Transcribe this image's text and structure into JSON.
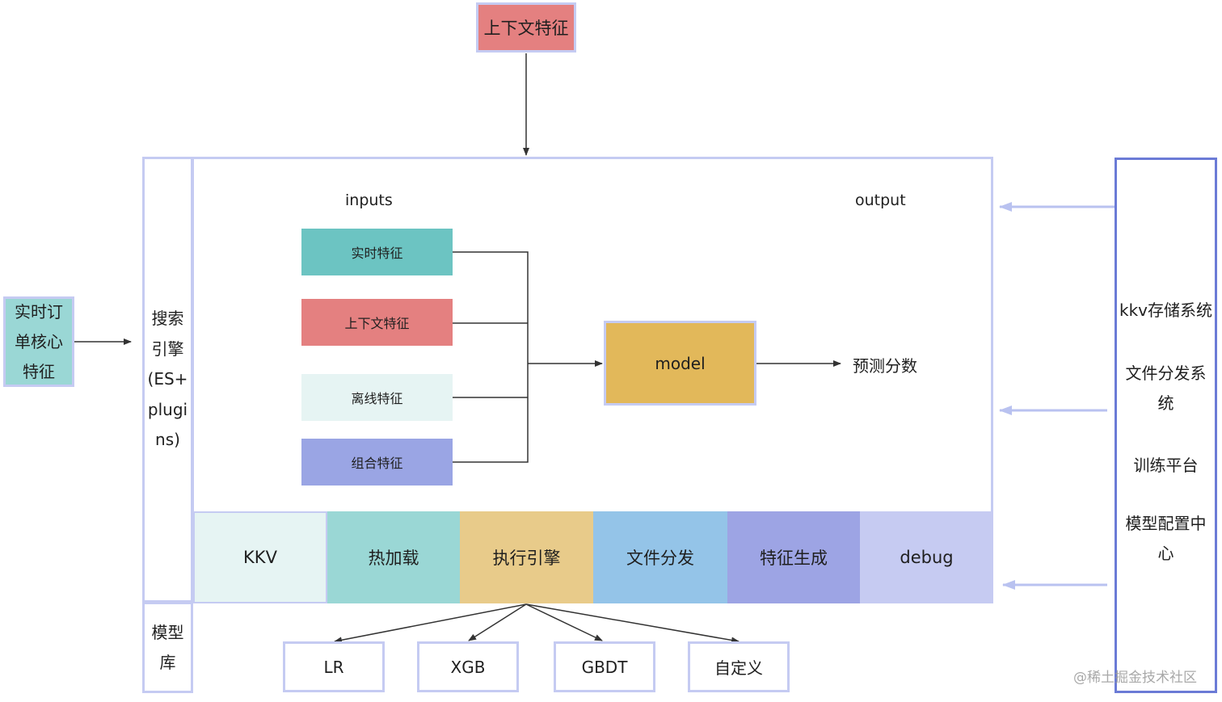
{
  "diagram": {
    "top_context_feature": "上下文特征",
    "left_realtime_order": "实时订单核心特征",
    "left_realtime_order_lines": [
      "实时订",
      "单核心",
      "特征"
    ],
    "search_engine": "搜索引擎(ES+plugins)",
    "search_engine_lines": [
      "搜索",
      "引擎",
      "(ES+",
      "plugi",
      "ns)"
    ],
    "model_repo": "模型库",
    "model_repo_lines": [
      "模型",
      "库"
    ],
    "inputs_label": "inputs",
    "output_label": "output",
    "features": [
      {
        "label": "实时特征",
        "color": "#6cc4c2"
      },
      {
        "label": "上下文特征",
        "color": "#e48080"
      },
      {
        "label": "离线特征",
        "color": "#e6f4f3"
      },
      {
        "label": "组合特征",
        "color": "#9aa5e4"
      }
    ],
    "model_label": "model",
    "prediction_label": "预测分数",
    "modules": [
      {
        "label": "KKV",
        "color": "#e6f4f3"
      },
      {
        "label": "热加载",
        "color": "#9ad7d5"
      },
      {
        "label": "执行引擎",
        "color": "#e8cb8a"
      },
      {
        "label": "文件分发",
        "color": "#94c4e8"
      },
      {
        "label": "特征生成",
        "color": "#9da4e4"
      },
      {
        "label": "debug",
        "color": "#c6cbf2"
      }
    ],
    "algorithms": [
      "LR",
      "XGB",
      "GBDT",
      "自定义"
    ],
    "right_systems": [
      {
        "label": "kkv存储系统",
        "lines": [
          "kkv存储系统"
        ]
      },
      {
        "label": "文件分发系统",
        "lines": [
          "文件分发系",
          "统"
        ]
      },
      {
        "label": "训练平台",
        "lines": [
          "训练平台"
        ]
      },
      {
        "label": "模型配置中心",
        "lines": [
          "模型配置中",
          "心"
        ]
      }
    ],
    "watermark": "@稀土掘金技术社区"
  },
  "colors": {
    "border": "#c5cbf2",
    "right_border": "#6b7bd6",
    "top_box": "#e48080",
    "left_box": "#9ad7d5",
    "model_box": "#e2b85a",
    "arrow_light": "#b9c2f0",
    "line": "#333333"
  }
}
